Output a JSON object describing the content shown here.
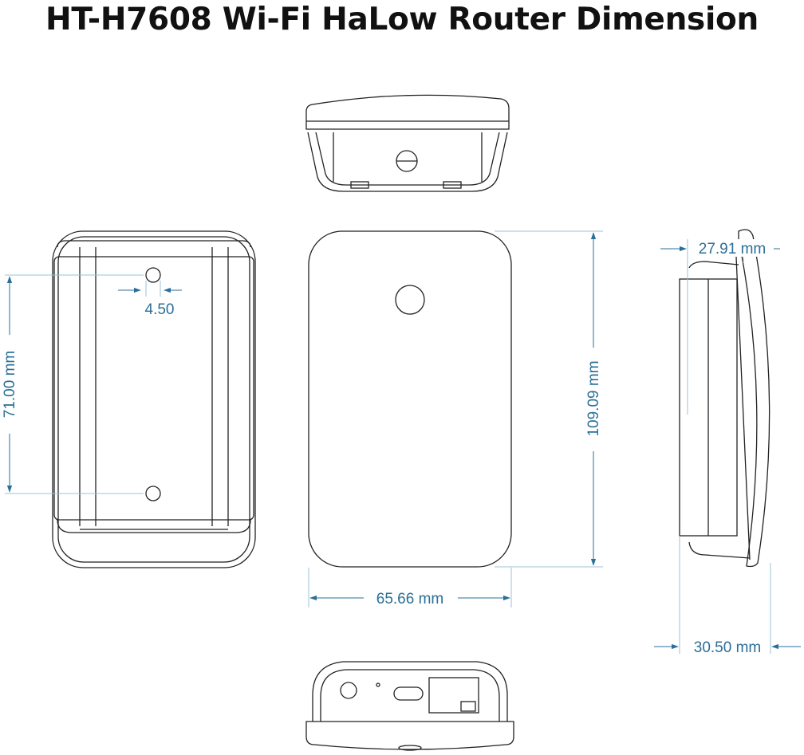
{
  "title": "HT-H7608 Wi-Fi HaLow Router Dimension",
  "dimensions": {
    "hole_spacing": "71.00 mm",
    "hole_diameter": "4.50",
    "width": "65.66 mm",
    "height": "109.09 mm",
    "body_depth": "27.91 mm",
    "total_depth": "30.50 mm"
  },
  "colors": {
    "outline": "#222222",
    "dimension": "#2a6f98",
    "leader": "#9bc3da",
    "title": "#111111"
  }
}
